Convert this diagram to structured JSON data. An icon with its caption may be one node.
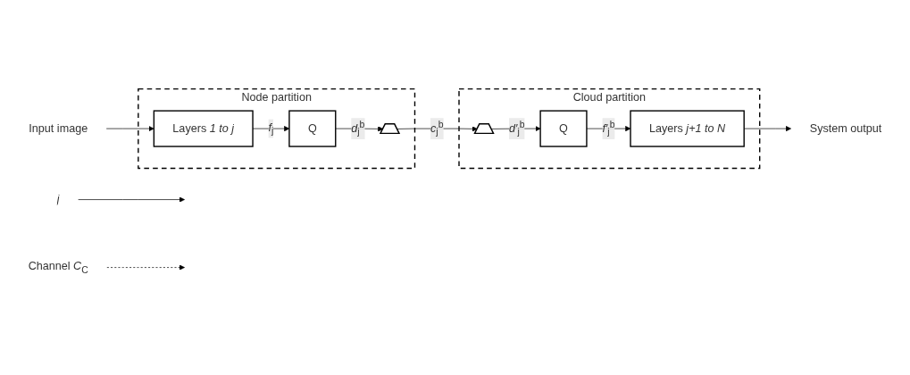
{
  "diagram": {
    "nodes": [
      {
        "text": [
          "Input image"
        ]
      },
      {
        "text": [
          "Node partition"
        ]
      },
      {
        "text": [
          "Layers *1 to j*"
        ],
        "in": 1
      },
      {
        "text": [
          "Q"
        ],
        "in": 1
      },
      {
        "text": [],
        "shape": "trapezoid",
        "in": 1
      },
      {
        "text": [
          "*j*"
        ]
      },
      {
        "text": [
          "Channel *C*$_{C}$"
        ]
      },
      {
        "text": [
          "Cloud partition"
        ]
      },
      {
        "text": [],
        "shape": "trapezoid",
        "in": 7
      },
      {
        "text": [
          "Q"
        ],
        "in": 7
      },
      {
        "text": [
          "Layers *j+1 to N*"
        ],
        "in": 7
      },
      {
        "text": [
          "System output"
        ]
      }
    ],
    "edges": [
      {
        "from": 0,
        "to": 2,
        "arrow": "to"
      },
      {
        "from": 2,
        "to": 3,
        "arrow": "to",
        "label": "*f*$_{j}$"
      },
      {
        "from": 3,
        "to": 4,
        "arrow": "to",
        "label": "*d*$_{j}$$^{b}$"
      },
      {
        "from": 4,
        "to": 8,
        "arrow": "to",
        "label": "*c*$_{j}$$^{b}$"
      },
      {
        "from": 8,
        "to": 9,
        "arrow": "to",
        "label": "*d′*$_{j}$$^{b}$"
      },
      {
        "from": 9,
        "to": 10,
        "arrow": "to",
        "label": "*f′*$_{j}$$^{b}$"
      },
      {
        "from": 10,
        "to": 11,
        "arrow": "to"
      },
      {
        "from": 5,
        "to": null,
        "arrow": "to"
      },
      {
        "from": 6,
        "to": null,
        "arrow": "to",
        "style": "dashed"
      }
    ]
  }
}
